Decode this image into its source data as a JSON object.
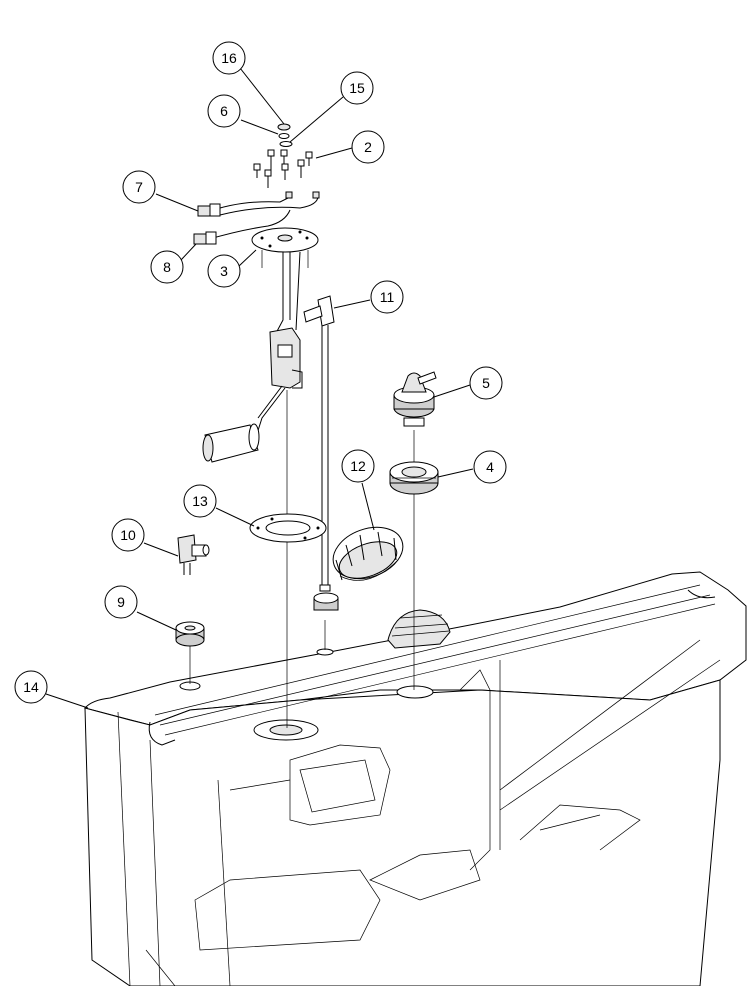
{
  "callouts": {
    "c1": "16",
    "c2": "6",
    "c3": "15",
    "c4": "2",
    "c5": "7",
    "c6": "8",
    "c7": "3",
    "c8": "11",
    "c9": "5",
    "c10": "12",
    "c11": "4",
    "c12": "13",
    "c13": "10",
    "c14": "9",
    "c15": "14"
  }
}
